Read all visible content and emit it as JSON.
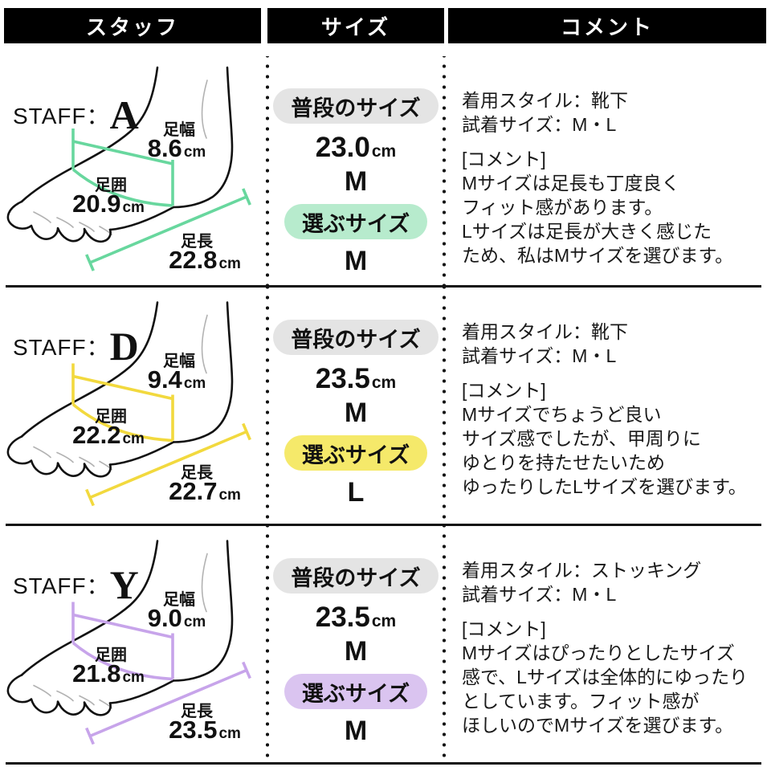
{
  "header": {
    "staff": "スタッフ",
    "size": "サイズ",
    "comment": "コメント"
  },
  "labels": {
    "staff_prefix": "STAFF：",
    "foot_width": "足幅",
    "foot_girth": "足囲",
    "foot_length": "足長",
    "cm_unit": "cm",
    "usual_size": "普段のサイズ",
    "chosen_size": "選ぶサイズ"
  },
  "rows": [
    {
      "staff_letter": "A",
      "measurements": {
        "width": "8.6",
        "girth": "20.9",
        "length": "22.8"
      },
      "usual": {
        "cm": "23.0",
        "size": "M"
      },
      "chosen": "M",
      "colors": {
        "line": "#68d79e",
        "pill": "#b7ebcd"
      },
      "comment": {
        "style": "着用スタイル：靴下",
        "try": "試着サイズ：M・L",
        "lines": [
          "[コメント]",
          "Mサイズは足長も丁度良く",
          "フィット感があります。",
          "Lサイズは足長が大きく感じた",
          "ため、私はMサイズを選びます。"
        ]
      }
    },
    {
      "staff_letter": "D",
      "measurements": {
        "width": "9.4",
        "girth": "22.2",
        "length": "22.7"
      },
      "usual": {
        "cm": "23.5",
        "size": "M"
      },
      "chosen": "L",
      "colors": {
        "line": "#f2d93e",
        "pill": "#f5e96a"
      },
      "comment": {
        "style": "着用スタイル：靴下",
        "try": "試着サイズ：M・L",
        "lines": [
          "[コメント]",
          "Mサイズでちょうど良い",
          "サイズ感でしたが、甲周りに",
          "ゆとりを持たせたいため",
          "ゆったりしたLサイズを選びます。"
        ]
      }
    },
    {
      "staff_letter": "Y",
      "measurements": {
        "width": "9.0",
        "girth": "21.8",
        "length": "23.5"
      },
      "usual": {
        "cm": "23.5",
        "size": "M"
      },
      "chosen": "M",
      "colors": {
        "line": "#c7a4ea",
        "pill": "#dac4f0"
      },
      "comment": {
        "style": "着用スタイル：ストッキング",
        "try": "試着サイズ：M・L",
        "lines": [
          "[コメント]",
          "Mサイズはぴったりとしたサイズ",
          "感で、Lサイズは全体的にゆったり",
          "としています。フィット感が",
          "ほしいのでMサイズを選びます。"
        ]
      }
    }
  ]
}
